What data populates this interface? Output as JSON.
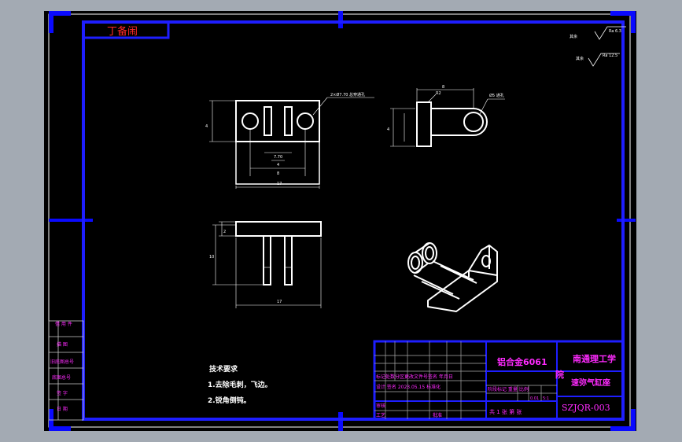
{
  "sheet": {
    "corner_label": "丁备闹",
    "roughness_main": "Ra 6.3",
    "roughness_other": "Ra 12.5"
  },
  "views": {
    "front": {
      "note": "2×Ø7.70 总穿通孔",
      "dim_inner1": "7.70",
      "dim_inner2": "4",
      "dim_inner3": "8",
      "dim_overall": "17",
      "dim_height": "4"
    },
    "side": {
      "dim_top": "8",
      "dim_dia": "Ø5 通孔",
      "dim_r": "R2",
      "dim_height": "4"
    },
    "bottom": {
      "dim_thick": "2",
      "dim_height": "10",
      "dim_overall": "17"
    }
  },
  "tech": {
    "heading": "技术要求",
    "items": [
      "1.去除毛刺，飞边。",
      "2.锐角倒钝。"
    ]
  },
  "title_block": {
    "material": "铝合金6061",
    "school": "南通理工学",
    "school_suffix": "院",
    "part_name": "速弥气缸座",
    "drawing_no": "SZJQR-003",
    "revision_header": "标记处数分区更改文件号签名 年月日",
    "design_row": "设计 签名  2023.05.15  标准化",
    "stage_header": "阶段标记 重量 比例",
    "weight": "0.01",
    "scale": "5:1",
    "sheet_count": "共 1 张 第  张",
    "check_label": "审核",
    "process_label": "工艺",
    "approve_label": "批准"
  },
  "side_table": {
    "rows": [
      "借 用 件",
      "描 图",
      "旧底图总号",
      "底图总号",
      "签 字",
      "日 期"
    ]
  }
}
